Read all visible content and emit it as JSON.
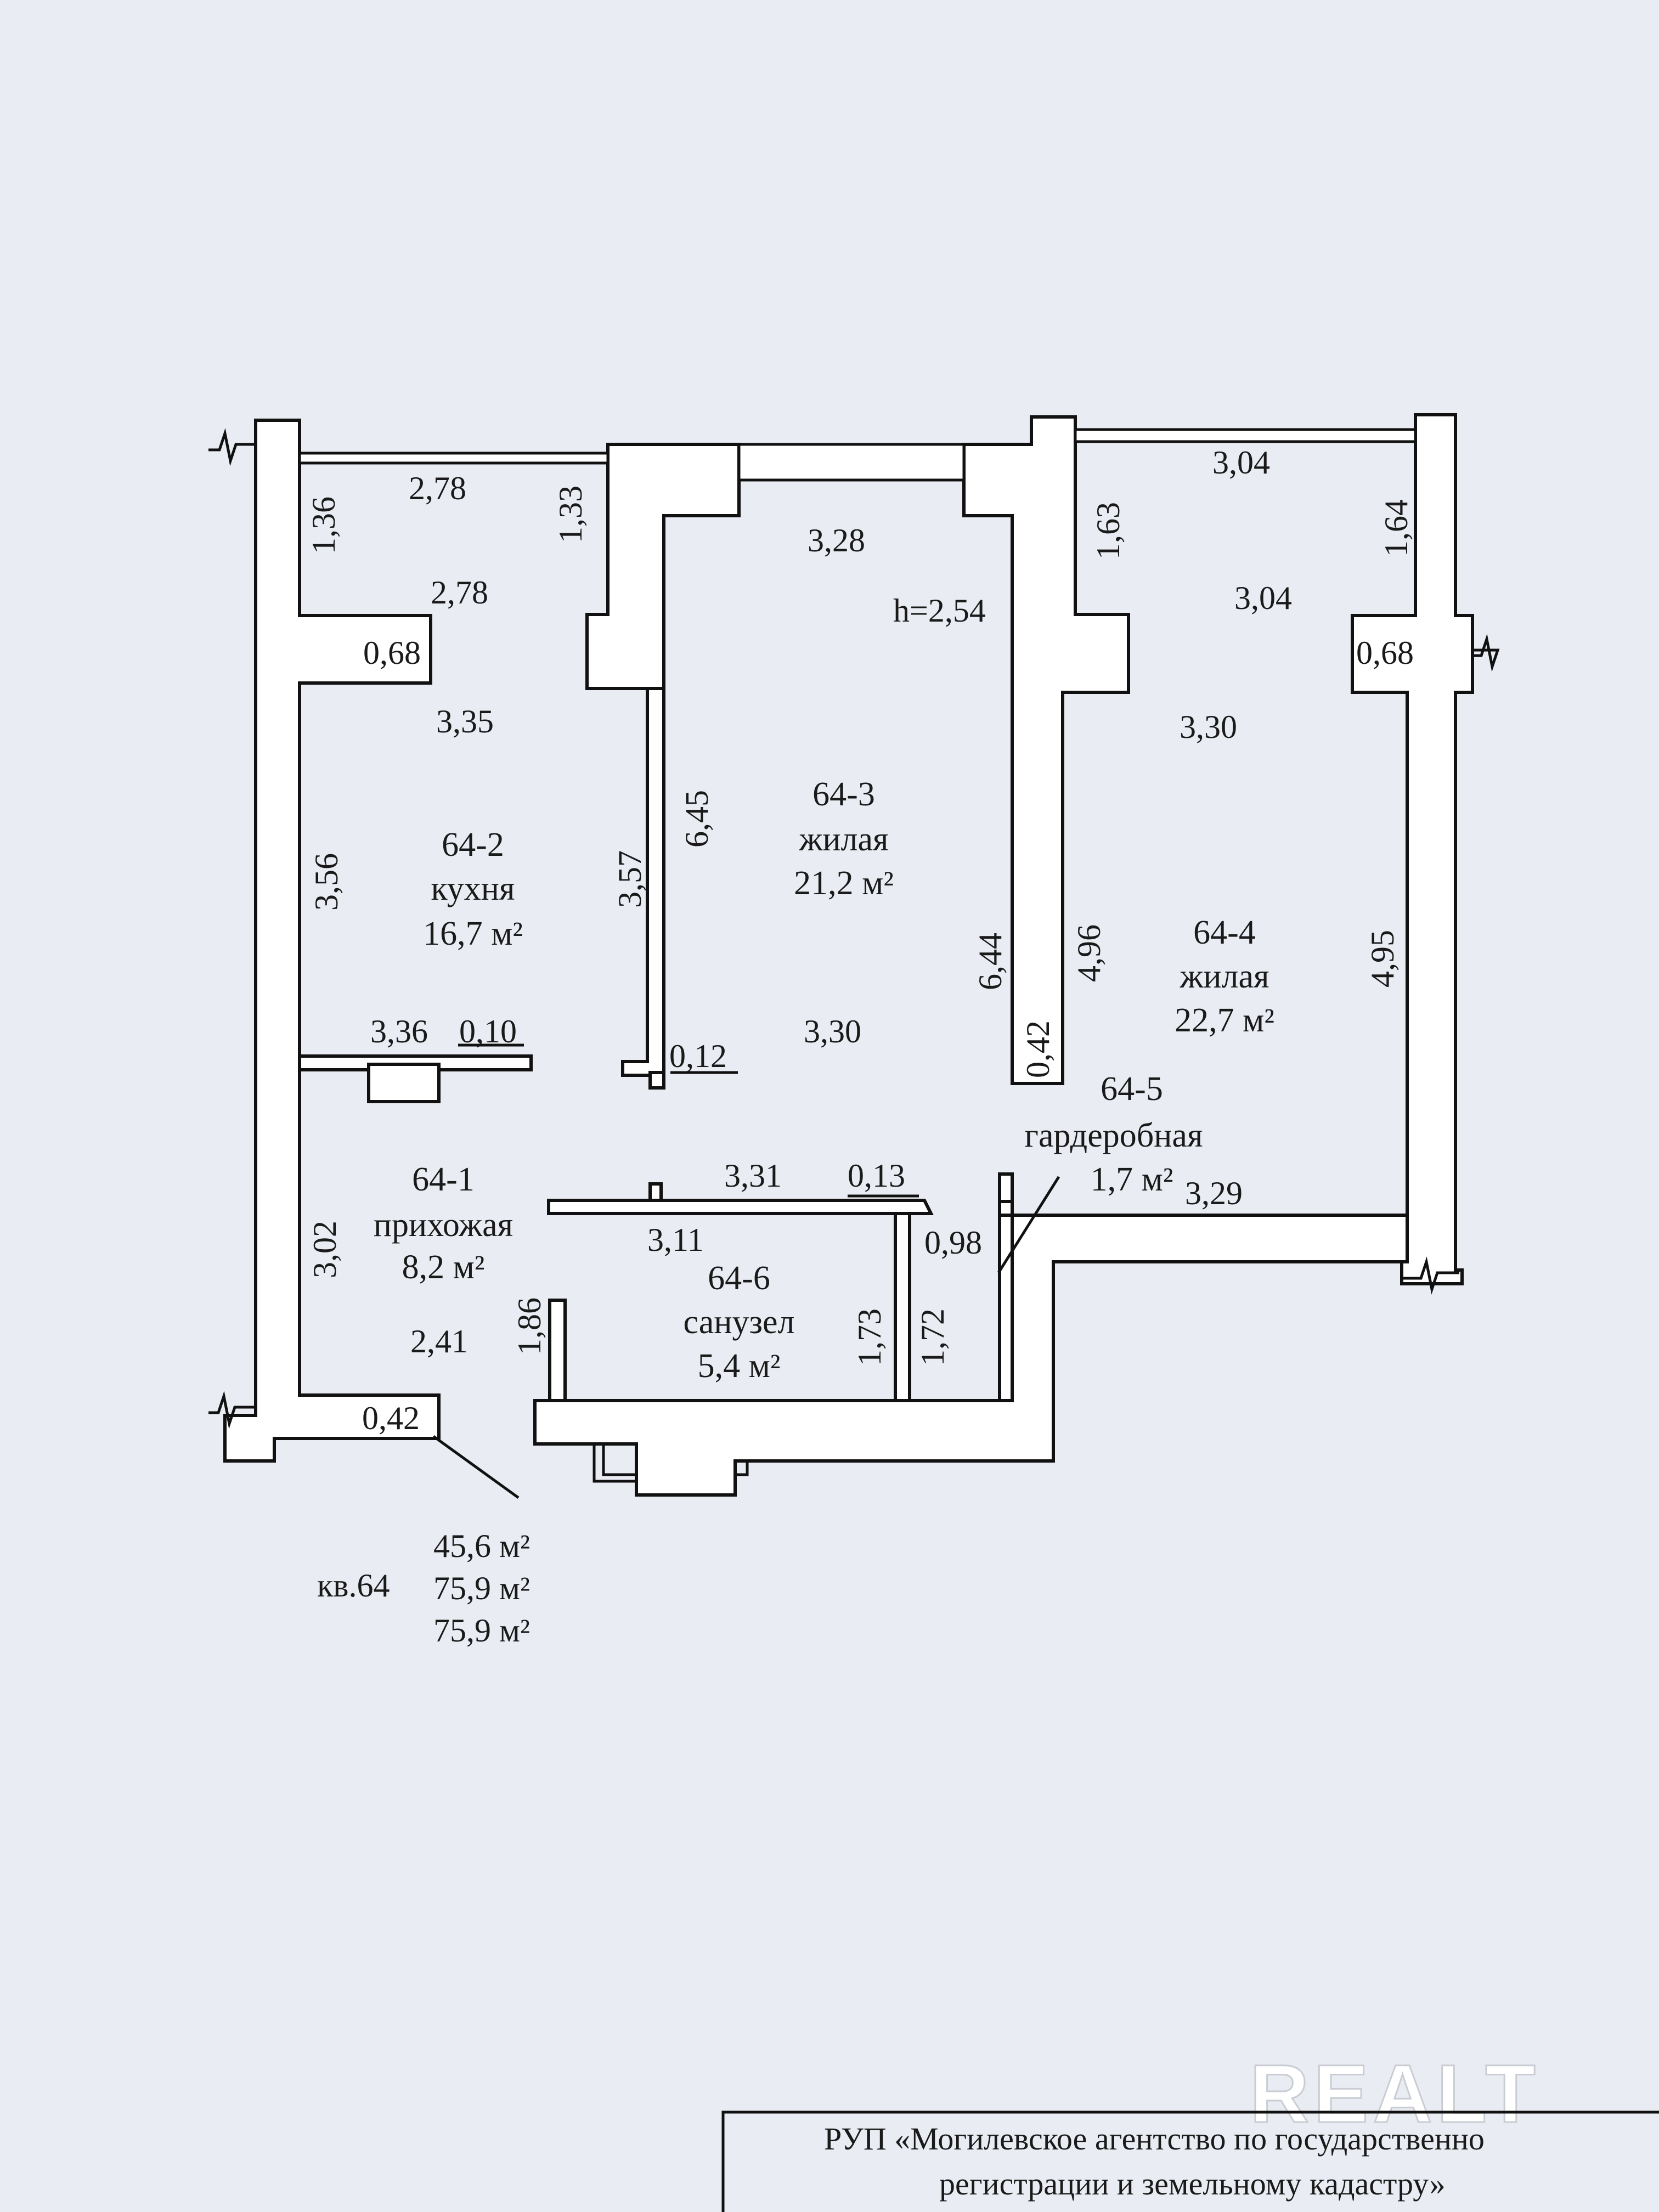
{
  "height_label": "h=2,54",
  "rooms": [
    {
      "id": "64-1",
      "name": "прихожая",
      "area": "8,2 м²"
    },
    {
      "id": "64-2",
      "name": "кухня",
      "area": "16,7 м²"
    },
    {
      "id": "64-3",
      "name": "жилая",
      "area": "21,2 м²"
    },
    {
      "id": "64-4",
      "name": "жилая",
      "area": "22,7 м²"
    },
    {
      "id": "64-5",
      "name": "гардеробная",
      "area": "1,7 м²"
    },
    {
      "id": "64-6",
      "name": "санузел",
      "area": "5,4 м²"
    }
  ],
  "dimensions": {
    "kitchen_window_top": "2,78",
    "kitchen_left_top": "1,36",
    "kitchen_right_top": "1,33",
    "kitchen_mid_width": "2,78",
    "kitchen_niche": "0,68",
    "kitchen_width": "3,35",
    "kitchen_left": "3,56",
    "kitchen_right": "3,57",
    "kitchen_bottom": "3,36",
    "kitchen_wall": "0,10",
    "living3_top": "3,28",
    "living3_left": "6,45",
    "living3_right": "6,44",
    "living3_bottom": "3,30",
    "living3_wall": "0,12",
    "living4_top": "3,04",
    "living4_left_top": "1,63",
    "living4_right_top": "1,64",
    "living4_mid": "3,04",
    "living4_niche": "0,68",
    "living4_width": "3,30",
    "living4_left": "4,96",
    "living4_right": "4,95",
    "living4_bottom": "3,29",
    "partition": "0,42",
    "bath_top": "3,31",
    "bath_wall": "0,13",
    "bath_width": "3,11",
    "bath_left": "1,86",
    "bath_right": "1,73",
    "wardrobe_side": "1,72",
    "wardrobe_width": "0,98",
    "hall_left": "3,02",
    "hall_width": "2,41",
    "hall_corner": "0,42"
  },
  "apartment": {
    "label": "кв.64",
    "area_1": "45,6 м²",
    "area_2": "75,9 м²",
    "area_3": "75,9 м²"
  },
  "watermark": "REALT",
  "stamp": {
    "line1": "РУП «Могилевское  агентство по государственно",
    "line2": "регистрации и земельному кадастру»"
  }
}
